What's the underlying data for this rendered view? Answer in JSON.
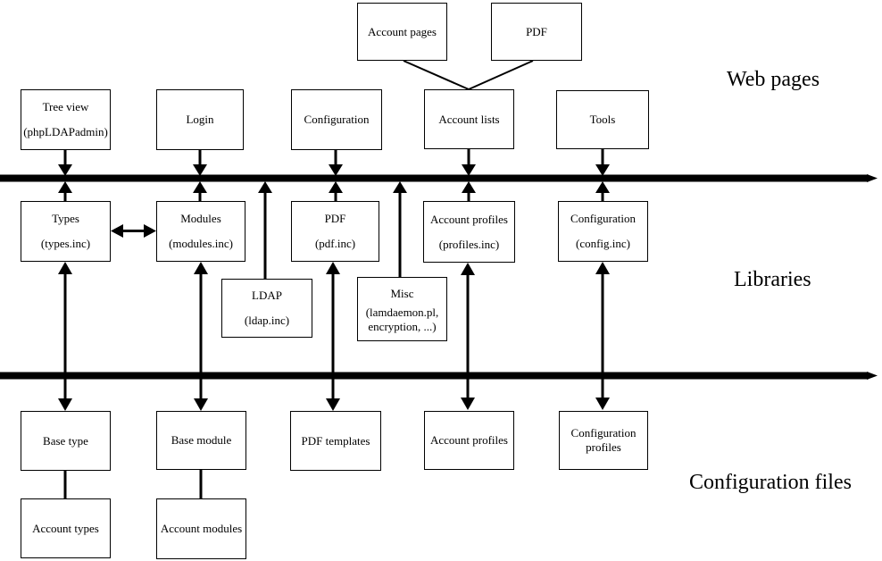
{
  "sections": {
    "web_pages": "Web pages",
    "libraries": "Libraries",
    "configuration_files": "Configuration files"
  },
  "boxes": {
    "account_pages": {
      "line1": "Account pages"
    },
    "pdf_page": {
      "line1": "PDF"
    },
    "tree_view": {
      "line1": "Tree view",
      "line2": "(phpLDAPadmin)"
    },
    "login": {
      "line1": "Login"
    },
    "configuration_page": {
      "line1": "Configuration"
    },
    "account_lists": {
      "line1": "Account lists"
    },
    "tools": {
      "line1": "Tools"
    },
    "types": {
      "line1": "Types",
      "line2": "(types.inc)"
    },
    "modules": {
      "line1": "Modules",
      "line2": "(modules.inc)"
    },
    "pdf_lib": {
      "line1": "PDF",
      "line2": "(pdf.inc)"
    },
    "account_profiles_lib": {
      "line1": "Account profiles",
      "line2": "(profiles.inc)"
    },
    "configuration_lib": {
      "line1": "Configuration",
      "line2": "(config.inc)"
    },
    "ldap": {
      "line1": "LDAP",
      "line2": "(ldap.inc)"
    },
    "misc": {
      "line1": "Misc",
      "line2": "(lamdaemon.pl,",
      "line3": "encryption, ...)"
    },
    "base_type": {
      "line1": "Base type"
    },
    "base_module": {
      "line1": "Base module"
    },
    "pdf_templates": {
      "line1": "PDF templates"
    },
    "account_profiles_cfg": {
      "line1": "Account profiles"
    },
    "configuration_profiles": {
      "line1": "Configuration",
      "line2": "profiles"
    },
    "account_types": {
      "line1": "Account types"
    },
    "account_modules": {
      "line1": "Account modules"
    }
  },
  "colors": {
    "line": "#000000",
    "background": "#ffffff"
  }
}
